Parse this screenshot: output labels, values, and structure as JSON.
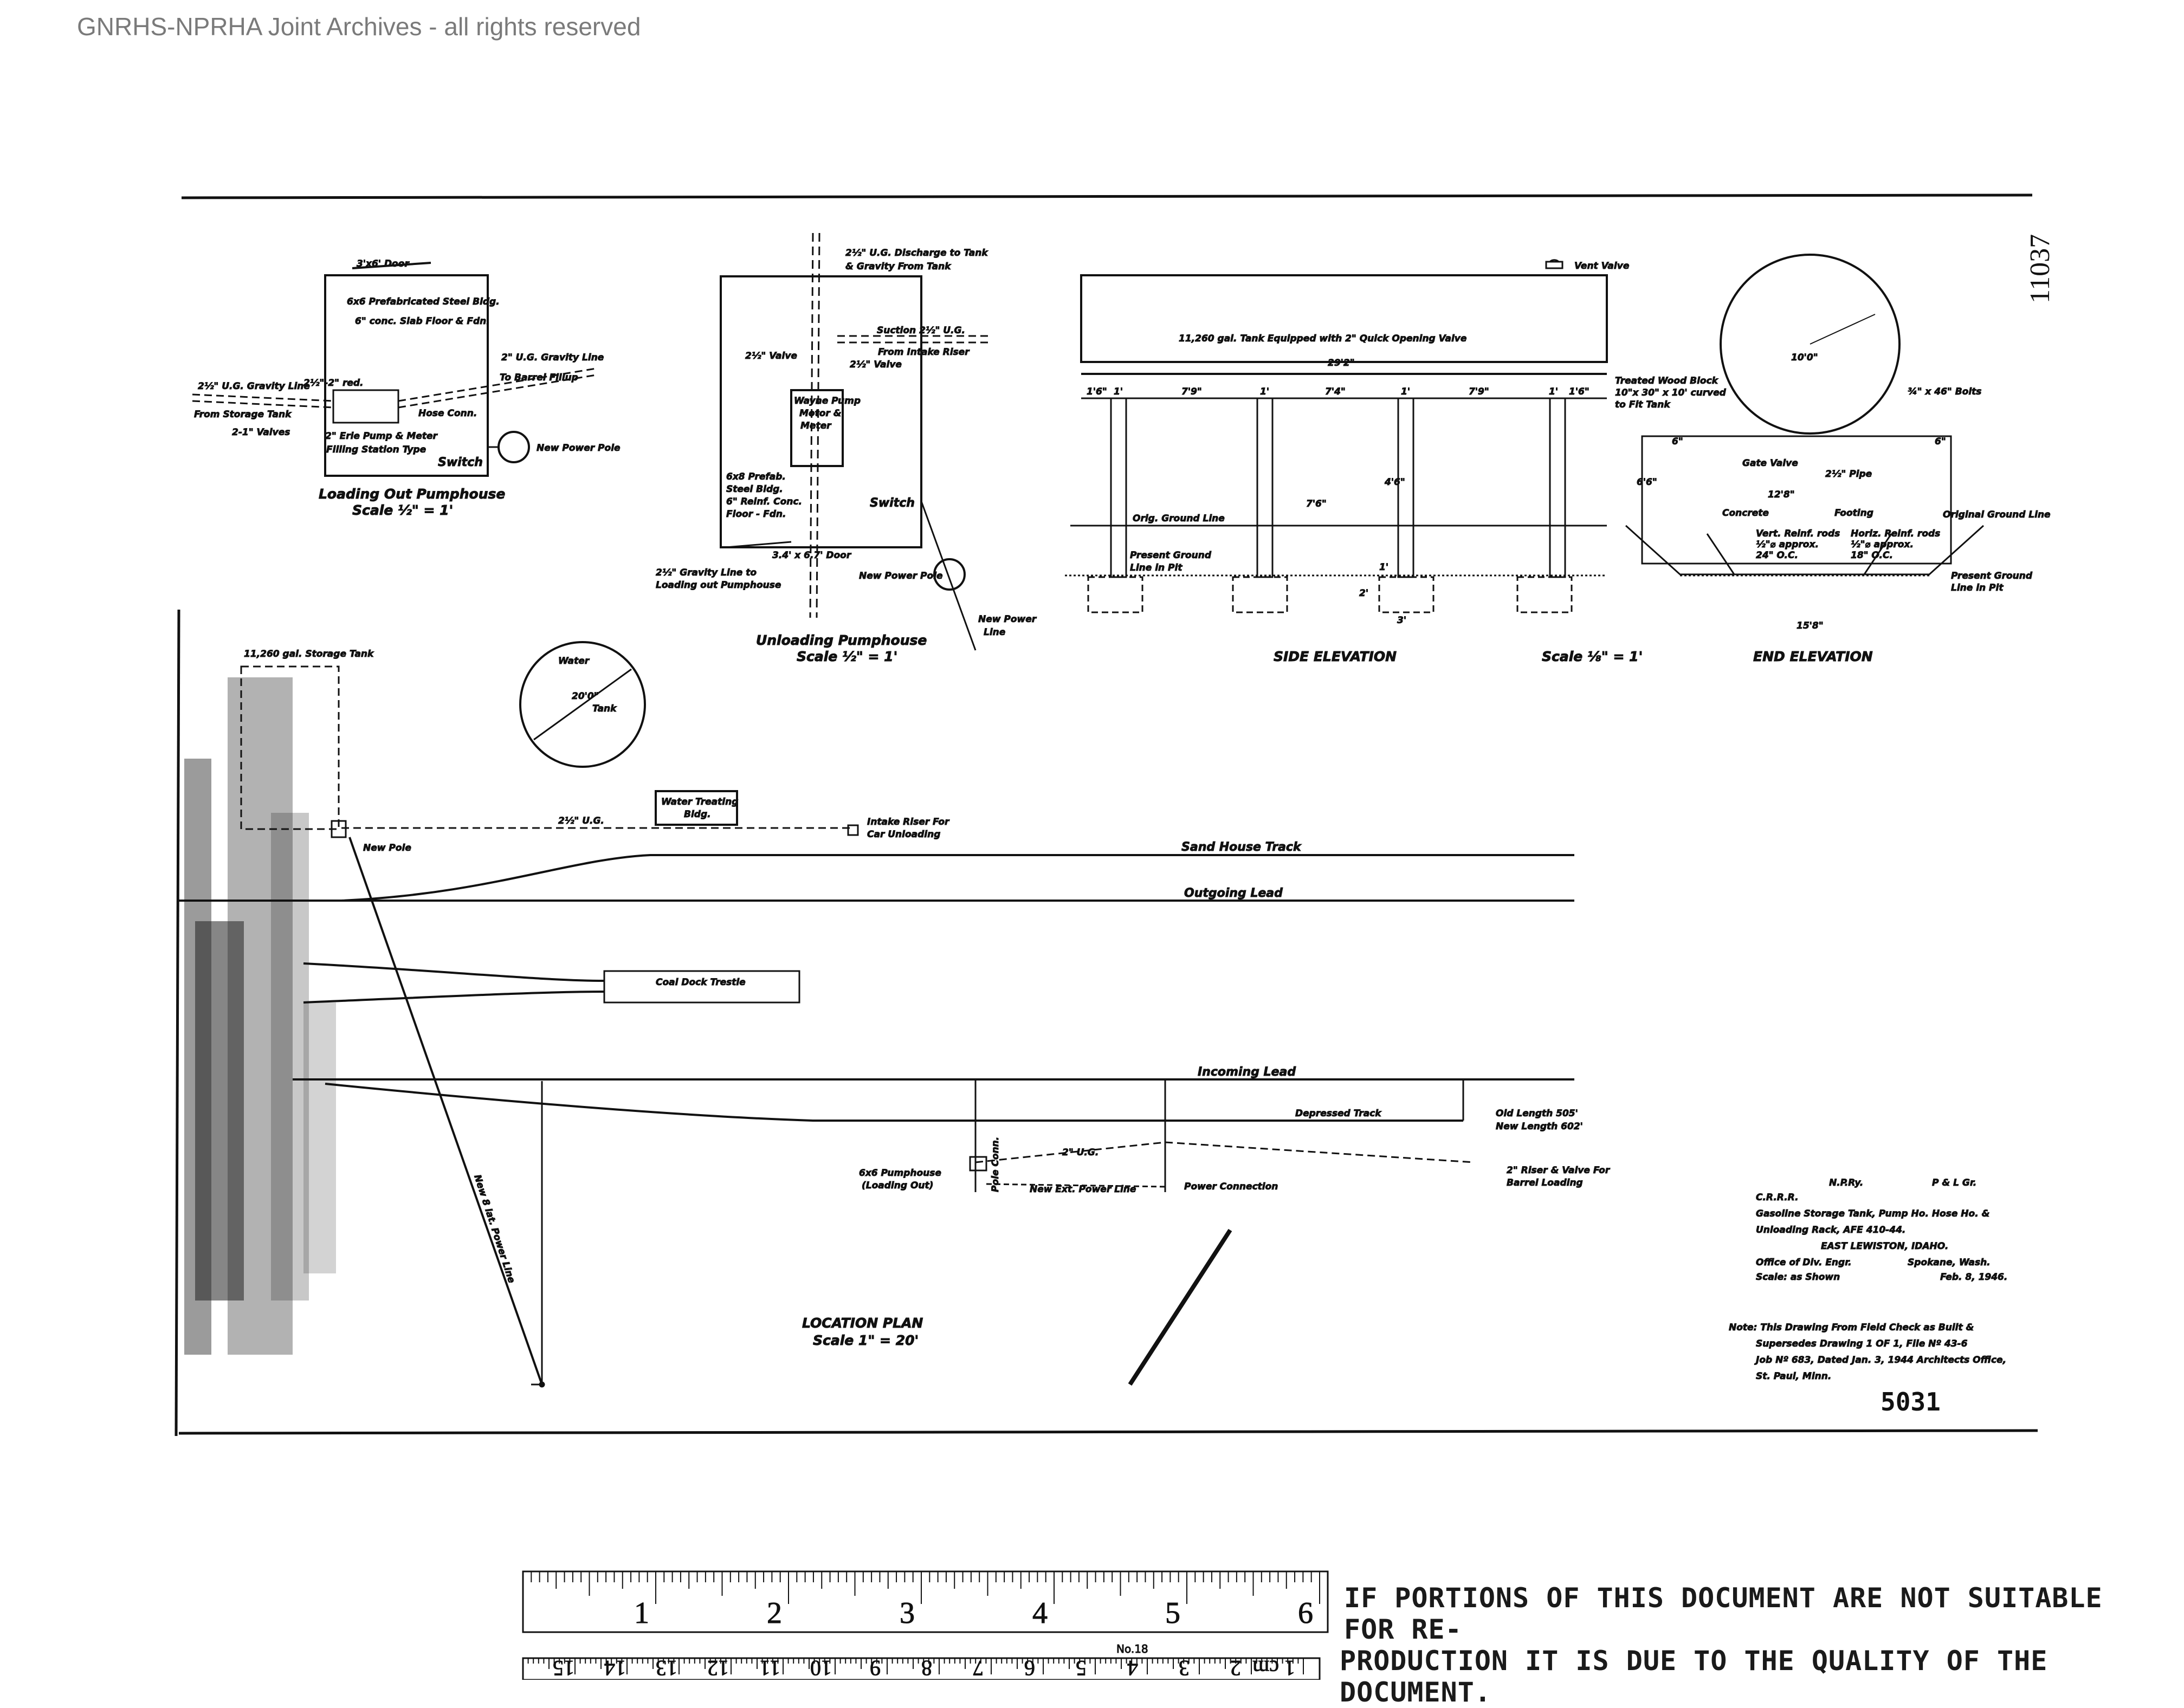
{
  "watermark": "GNRHS-NPRHA Joint Archives - all rights reserved",
  "sheet_number": "11037",
  "drawing_number": "5031",
  "notice": {
    "line1": "IF PORTIONS OF THIS DOCUMENT ARE NOT SUITABLE FOR RE-",
    "line2": "PRODUCTION IT IS DUE TO THE QUALITY OF THE DOCUMENT."
  },
  "loading_pumphouse": {
    "door": "3'x6' Door",
    "bldg1": "6x6 Prefabricated Steel Bldg.",
    "bldg2": "6\" conc. Slab Floor & Fdn.",
    "grav_from1": "2½\" U.G. Gravity Line",
    "grav_from2": "From Storage Tank",
    "red": "2½\"-2\" red.",
    "valves": "2-1\" Valves",
    "grav_to1": "2\" U.G. Gravity Line",
    "grav_to2": "To Barrel Fillup",
    "hose": "Hose Conn.",
    "pump1": "2\" Erie Pump & Meter",
    "pump2": "Filling Station Type",
    "switch": "Switch",
    "pole": "New Power Pole",
    "title": "Loading Out Pumphouse",
    "scale": "Scale ½\" = 1'"
  },
  "unloading_pumphouse": {
    "discharge1": "2½\" U.G. Discharge to Tank",
    "discharge2": "& Gravity From Tank",
    "suction": "Suction 2½\" U.G.",
    "intake": "From Intake Riser",
    "valve1": "2½\" Valve",
    "valve2": "2½\" Valve",
    "pump1": "Wayne Pump",
    "pump2": "Motor &",
    "pump3": "Meter",
    "bldg1": "6x8 Prefab.",
    "bldg2": "Steel Bldg.",
    "bldg3": "6\" Reinf. Conc.",
    "bldg4": "Floor - Fdn.",
    "switch": "Switch",
    "door": "3.4' x 6.7' Door",
    "grav1": "2½\" Gravity Line to",
    "grav2": "Loading out Pumphouse",
    "pole": "New Power Pole",
    "line1": "New Power",
    "line2": "Line",
    "title": "Unloading Pumphouse",
    "scale": "Scale ½\" = 1'"
  },
  "side_elevation": {
    "vent": "Vent Valve",
    "tank": "11,260 gal. Tank Equipped with 2\" Quick Opening Valve",
    "length": "29'2\"",
    "spacing": [
      "1'6\"",
      "1'",
      "7'9\"",
      "1'",
      "7'4\"",
      "1'",
      "7'9\"",
      "1'",
      "1'6\""
    ],
    "h1": "7'6\"",
    "h2": "4'6\"",
    "h3": "2'",
    "w1": "1'",
    "w2": "3'",
    "orig": "Orig. Ground Line",
    "present1": "Present Ground",
    "present2": "Line in Pit",
    "title": "SIDE ELEVATION",
    "scale": "Scale ⅛\" = 1'"
  },
  "end_elevation": {
    "block1": "Treated Wood Block",
    "block2": "10\"x 30\" x 10' curved",
    "block3": "to Fit Tank",
    "bolts": "¾\" x 46\" Bolts",
    "diam": "10'0\"",
    "valve": "Gate Valve",
    "pipe": "2½\" Pipe",
    "width1": "12'8\"",
    "concrete": "Concrete",
    "footing": "Footing",
    "orig": "Original Ground Line",
    "vert1": "Vert. Reinf. rods",
    "vert2": "½\"⌀ approx.",
    "vert3": "24\" O.C.",
    "horiz1": "Horiz. Reinf. rods",
    "horiz2": "½\"⌀ approx.",
    "horiz3": "18\" O.C.",
    "present1": "Present Ground",
    "present2": "Line in Pit",
    "width2": "15'8\"",
    "dim1": "6\"",
    "dim2": "6\"",
    "dim3": "6'6\"",
    "title": "END ELEVATION"
  },
  "location_plan": {
    "storage": "11,260 gal. Storage Tank",
    "water": "Water",
    "tank": "Tank",
    "diam": "20'0\"",
    "treating1": "Water Treating",
    "treating2": "Bldg.",
    "intake1": "Intake Riser For",
    "intake2": "Car Unloading",
    "newpole": "New Pole",
    "sand": "Sand House Track",
    "outgoing": "Outgoing Lead",
    "coal": "Coal Dock Trestle",
    "incoming": "Incoming Lead",
    "depressed": "Depressed Track",
    "oldlen": "Old Length 505'",
    "newlen": "New Length 602'",
    "riser1": "2\" Riser & Valve For",
    "riser2": "Barrel Loading",
    "pumphouse1": "6x6 Pumphouse",
    "pumphouse2": "(Loading Out)",
    "ext": "New Ext. Power Line",
    "conn": "Power Connection",
    "powerline": "New 8 lat. Power Line",
    "polecon": "Pole Conn.",
    "ug": "2\" U.G.",
    "ug2": "2½\" U.G.",
    "title": "LOCATION PLAN",
    "scale": "Scale 1\" = 20'"
  },
  "title_block": {
    "company": "C.R.R.R.",
    "railway": "N.P.Ry.",
    "dept": "P & L Gr.",
    "line1": "Gasoline Storage Tank, Pump Ho. Hose Ho. &",
    "line2": "Unloading Rack, AFE 410-44.",
    "line3": "EAST LEWISTON, IDAHO.",
    "office": "Office of Div. Engr.",
    "city": "Spokane, Wash.",
    "scale": "Scale: as Shown",
    "date": "Feb. 8, 1946.",
    "note1": "Note: This Drawing From Field Check as Built &",
    "note2": "Supersedes Drawing 1 OF 1, File Nº 43-6",
    "note3": "Job Nº 683, Dated Jan. 3, 1944 Architects Office,",
    "note4": "St. Paul, Minn."
  },
  "ruler": {
    "inches": [
      "1",
      "2",
      "3",
      "4",
      "5",
      "6"
    ],
    "cm": [
      "15",
      "14",
      "13",
      "12",
      "11",
      "10",
      "9",
      "8",
      "7",
      "6",
      "5",
      "4",
      "3",
      "2",
      "1 cm"
    ],
    "model": "No.18"
  }
}
